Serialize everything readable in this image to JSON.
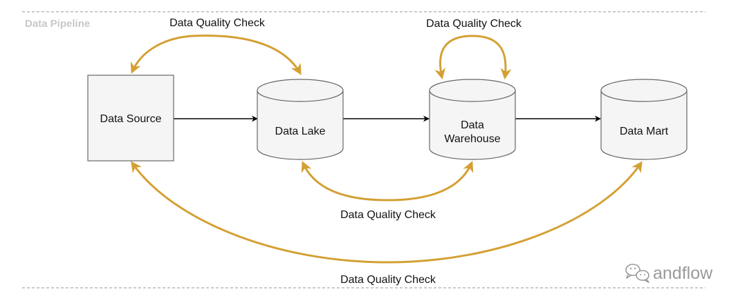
{
  "section": {
    "title": "Data Pipeline"
  },
  "nodes": {
    "source": {
      "label": "Data Source",
      "shape": "rectangle"
    },
    "lake": {
      "label": "Data Lake",
      "shape": "cylinder"
    },
    "warehouse": {
      "label_line1": "Data",
      "label_line2": "Warehouse",
      "shape": "cylinder"
    },
    "mart": {
      "label": "Data Mart",
      "shape": "cylinder"
    }
  },
  "flow": [
    "Data Source",
    "Data Lake",
    "Data Warehouse",
    "Data Mart"
  ],
  "quality_checks": {
    "source_lake": {
      "label": "Data Quality Check",
      "from": "Data Lake",
      "to": "Data Source"
    },
    "warehouse_self": {
      "label": "Data Quality Check",
      "from": "Data Warehouse",
      "to": "Data Warehouse"
    },
    "lake_warehouse": {
      "label": "Data Quality Check",
      "between": [
        "Data Lake",
        "Data Warehouse"
      ]
    },
    "source_mart": {
      "label": "Data Quality Check",
      "between": [
        "Data Source",
        "Data Mart"
      ]
    }
  },
  "watermark": {
    "text": "andflow",
    "icon": "wechat-icon"
  },
  "colors": {
    "flow_arrow": "#000000",
    "quality_arrow": "#d4a033",
    "node_fill": "#f5f5f5",
    "node_stroke": "#666666",
    "divider": "#aaaaaa"
  }
}
